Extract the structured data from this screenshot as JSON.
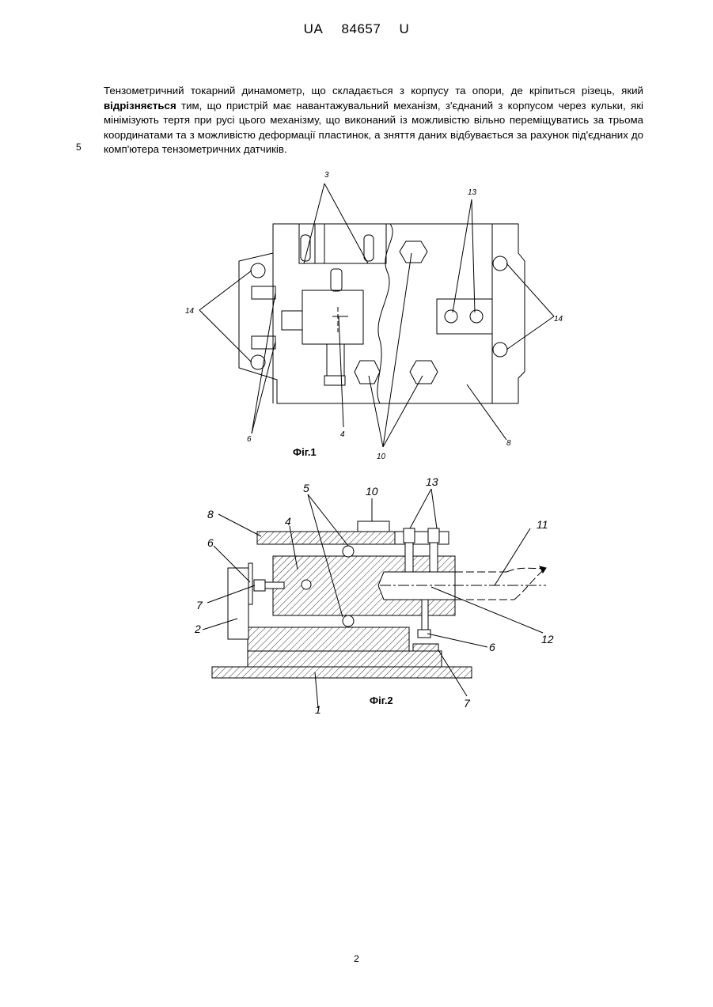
{
  "header": {
    "office": "UA",
    "number": "84657",
    "kind": "U"
  },
  "claim": {
    "part1": "Тензометричний токарний динамометр, що складається з корпусу та опори, де кріпиться різець, який ",
    "emphasis": "відрізняється",
    "part2": " тим, що пристрій має навантажувальний механізм, з'єднаний з корпусом через кульки, які мінімізують тертя при русі цього механізму, що виконаний із можливістю вільно переміщуватись за трьома координатами та з можливістю деформації пластинок, а зняття даних відбувається за рахунок під'єднаних до комп'ютера тензометричних датчиків."
  },
  "line_number": "5",
  "figure1": {
    "caption": "Фіг.1",
    "labels": {
      "l3": "3",
      "l13a": "13",
      "l14a": "14",
      "l14b": "14",
      "l6": "6",
      "l4": "4",
      "l10": "10",
      "l8": "8"
    }
  },
  "figure2": {
    "caption": "Фіг.2",
    "labels": {
      "l10": "10",
      "l13": "13",
      "l5": "5",
      "l8": "8",
      "l4": "4",
      "l11": "11",
      "l6a": "6",
      "l7a": "7",
      "l2": "2",
      "l12": "12",
      "l6b": "6",
      "l7b": "7",
      "l1": "1"
    }
  },
  "page_number": "2"
}
